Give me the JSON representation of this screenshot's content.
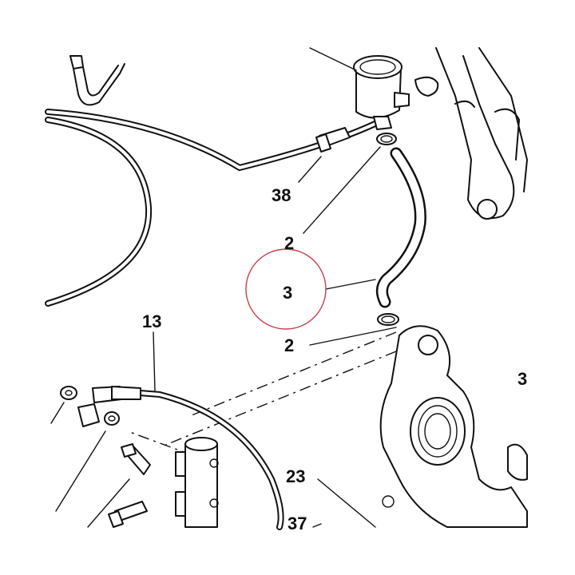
{
  "callouts": {
    "c38": "38",
    "c2_top": "2",
    "c3_highlight": "3",
    "c2_bottom": "2",
    "c13": "13",
    "c3_edge": "3",
    "c23": "23",
    "c37": "37"
  },
  "colors": {
    "line": "#111111",
    "background": "#ffffff",
    "highlight_circle": "#c8404a"
  }
}
